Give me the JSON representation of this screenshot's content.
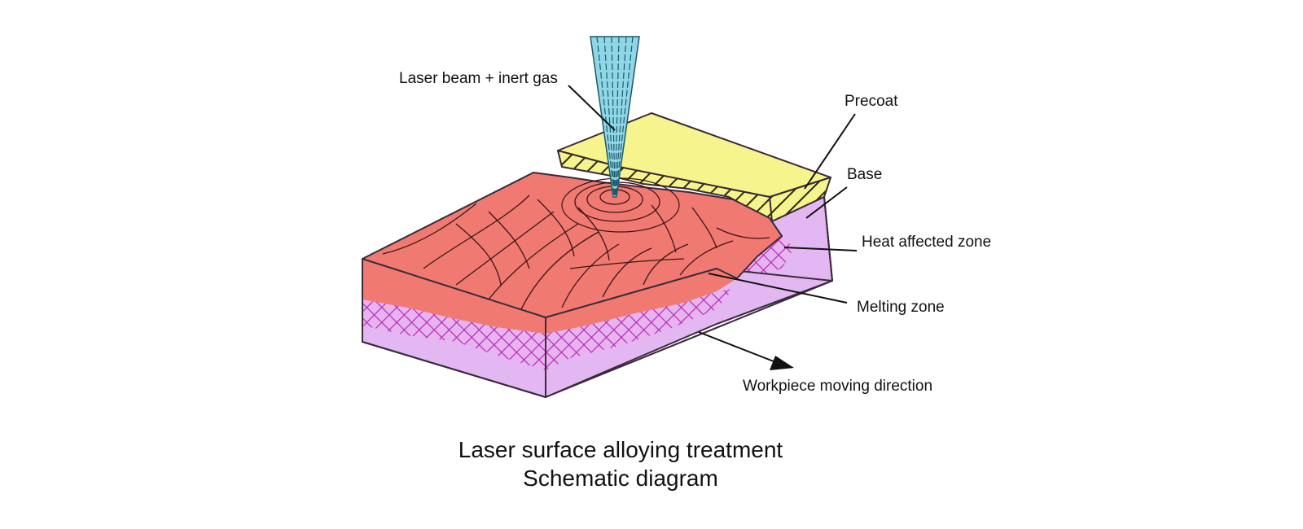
{
  "labels": {
    "laser": "Laser beam + inert gas",
    "precoat": "Precoat",
    "base": "Base",
    "haz": "Heat affected zone",
    "melt": "Melting zone",
    "direction": "Workpiece moving direction"
  },
  "caption": {
    "line1": "Laser surface alloying treatment",
    "line2": "Schematic diagram"
  },
  "colors": {
    "precoat": "#f6f48c",
    "melt": "#f07a72",
    "haz": "#c63ac8",
    "base": "#e3b8f2",
    "beam": "#8fd6e6"
  }
}
